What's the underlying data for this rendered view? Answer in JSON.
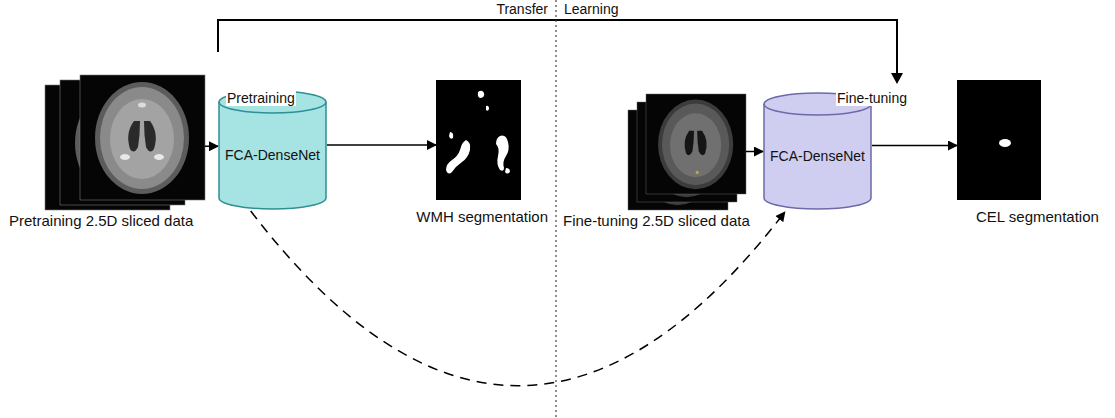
{
  "diagram": {
    "nodes": [
      {
        "text": [
          "Pretraining 2.5D sliced data"
        ]
      },
      {
        "text": [
          "FCA-DenseNet"
        ]
      },
      {
        "text": [
          "WMH segmentation"
        ]
      },
      {
        "text": [
          "Fine-tuning 2.5D sliced data"
        ]
      },
      {
        "text": [
          "FCA-DenseNet"
        ]
      },
      {
        "text": [
          "CEL segmentation"
        ]
      }
    ],
    "edges": [
      {
        "from": 0,
        "to": 1,
        "arrow": "to"
      },
      {
        "from": 1,
        "to": 2,
        "arrow": "to"
      },
      {
        "from": 3,
        "to": 4,
        "arrow": "to"
      },
      {
        "from": 4,
        "to": 5,
        "arrow": "to"
      },
      {
        "from": 1,
        "to": 4,
        "arrow": "to"
      }
    ],
    "labels": [
      "Transfer",
      "Learning",
      "Pretraining",
      "Fine-tuning"
    ]
  }
}
